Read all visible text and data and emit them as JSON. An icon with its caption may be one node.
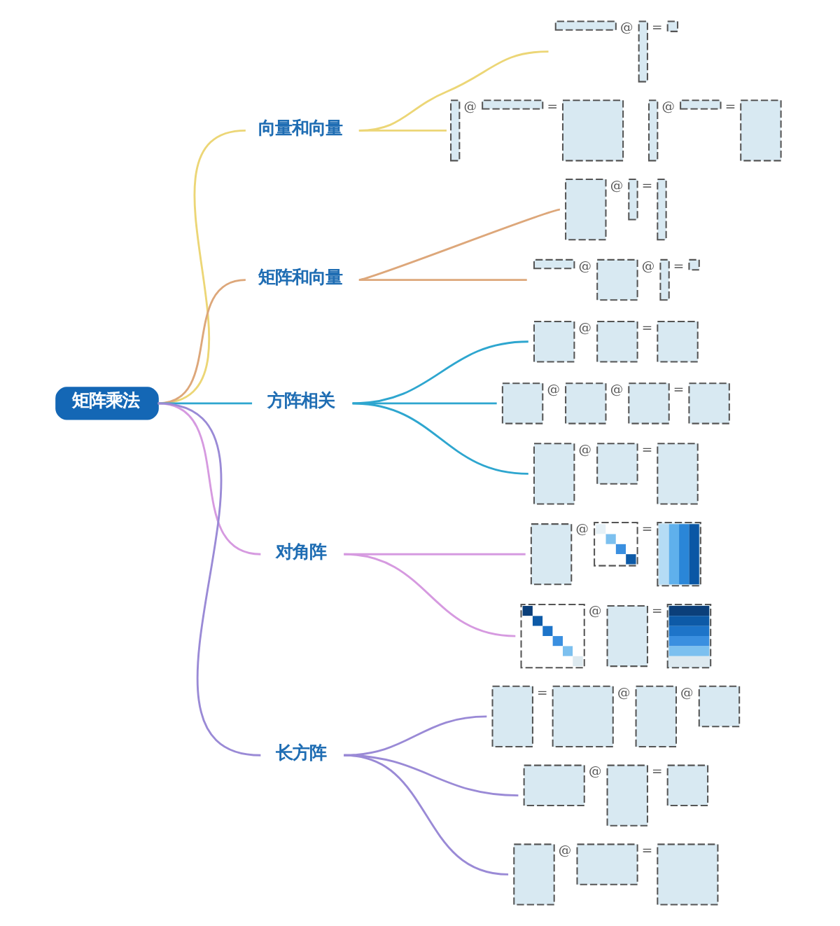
{
  "diagram": {
    "nodes": [
      {
        "text": [
          "矩阵乘法"
        ]
      },
      {
        "text": [
          "向量和向量"
        ]
      },
      {
        "text": [
          "@",
          "="
        ]
      },
      {
        "text": [
          "@",
          "=",
          "@",
          "="
        ]
      },
      {
        "text": [
          "矩阵和向量"
        ]
      },
      {
        "text": [
          "@",
          "="
        ]
      },
      {
        "text": [
          "@",
          "@",
          "="
        ]
      },
      {
        "text": [
          "方阵相关"
        ]
      },
      {
        "text": [
          "@",
          "="
        ]
      },
      {
        "text": [
          "@",
          "@",
          "="
        ]
      },
      {
        "text": [
          "@",
          "="
        ]
      },
      {
        "text": [
          "对角阵"
        ]
      },
      {
        "text": [
          "@",
          "="
        ]
      },
      {
        "text": [
          "@",
          "="
        ]
      },
      {
        "text": [
          "长方阵"
        ]
      },
      {
        "text": [
          "=",
          "@",
          "@"
        ]
      },
      {
        "text": [
          "@",
          "="
        ]
      },
      {
        "text": [
          "@",
          "="
        ]
      }
    ],
    "edges": [
      {
        "from": 0,
        "to": 1,
        "arrow": "none",
        "color": "#ecd676"
      },
      {
        "from": 1,
        "to": 2,
        "arrow": "none",
        "color": "#ecd676"
      },
      {
        "from": 1,
        "to": 3,
        "arrow": "none",
        "color": "#ecd676"
      },
      {
        "from": 0,
        "to": 4,
        "arrow": "none",
        "color": "#dda77a"
      },
      {
        "from": 4,
        "to": 5,
        "arrow": "none",
        "color": "#dda77a"
      },
      {
        "from": 4,
        "to": 6,
        "arrow": "none",
        "color": "#dda77a"
      },
      {
        "from": 0,
        "to": 7,
        "arrow": "none",
        "color": "#2ea6cf"
      },
      {
        "from": 7,
        "to": 8,
        "arrow": "none",
        "color": "#2ea6cf"
      },
      {
        "from": 7,
        "to": 9,
        "arrow": "none",
        "color": "#2ea6cf"
      },
      {
        "from": 7,
        "to": 10,
        "arrow": "none",
        "color": "#2ea6cf"
      },
      {
        "from": 0,
        "to": 11,
        "arrow": "none",
        "color": "#d69ae0"
      },
      {
        "from": 11,
        "to": 12,
        "arrow": "none",
        "color": "#d69ae0"
      },
      {
        "from": 11,
        "to": 13,
        "arrow": "none",
        "color": "#d69ae0"
      },
      {
        "from": 0,
        "to": 14,
        "arrow": "none",
        "color": "#9a8ad6"
      },
      {
        "from": 14,
        "to": 15,
        "arrow": "none",
        "color": "#9a8ad6"
      },
      {
        "from": 14,
        "to": 16,
        "arrow": "none",
        "color": "#9a8ad6"
      },
      {
        "from": 14,
        "to": 17,
        "arrow": "none",
        "color": "#9a8ad6"
      }
    ]
  }
}
